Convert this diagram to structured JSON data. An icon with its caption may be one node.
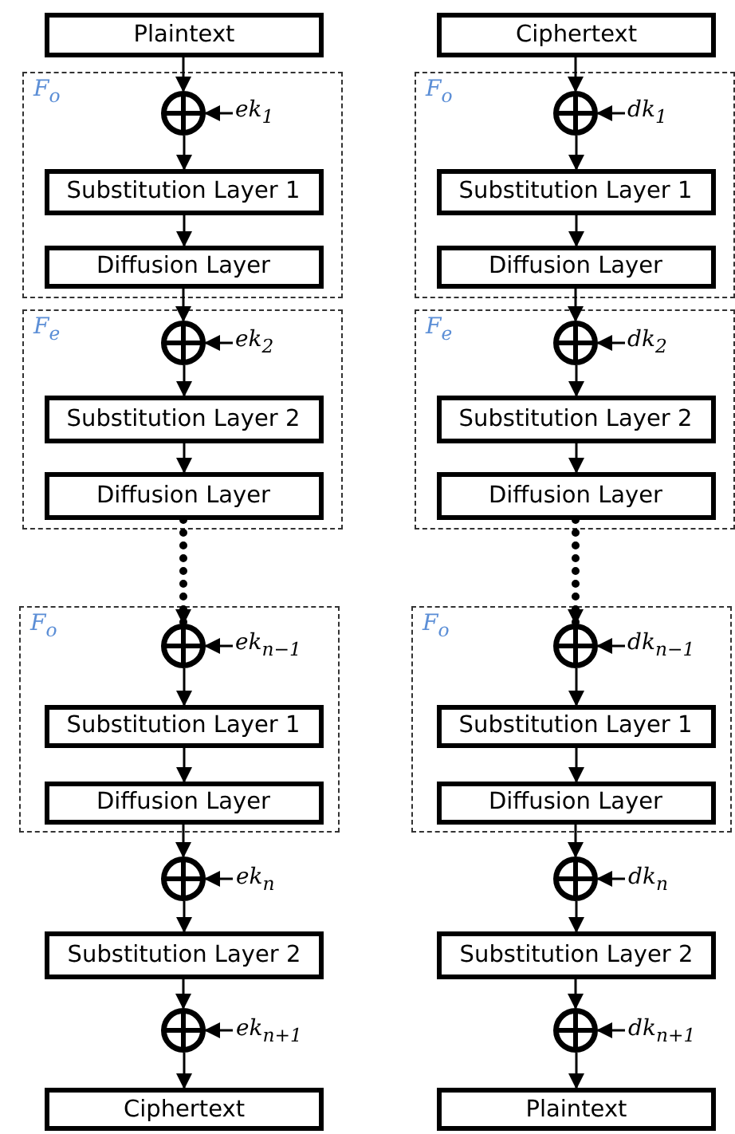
{
  "diagram": {
    "nodes": [
      {
        "text": [
          "Plaintext"
        ]
      },
      {
        "text": [
          "F$_{o}$"
        ]
      },
      {
        "text": [],
        "shape": "circle",
        "in": 1
      },
      {
        "text": [
          "ek$_{1}$"
        ],
        "in": 1
      },
      {
        "text": [
          "Substitution Layer 1"
        ],
        "in": 1
      },
      {
        "text": [
          "Diffusion Layer"
        ],
        "in": 1
      },
      {
        "text": [
          "F$_{e}$"
        ]
      },
      {
        "text": [],
        "shape": "circle",
        "in": 6
      },
      {
        "text": [
          "ek$_{2}$"
        ],
        "in": 6
      },
      {
        "text": [
          "Substitution Layer 2"
        ],
        "in": 6
      },
      {
        "text": [
          "Diffusion Layer"
        ],
        "in": 6
      },
      {
        "text": [
          "F$_{o}$"
        ]
      },
      {
        "text": [],
        "shape": "circle",
        "in": 11
      },
      {
        "text": [
          "ek$_{n−1}$"
        ],
        "in": 11
      },
      {
        "text": [
          "Substitution Layer 1"
        ],
        "in": 11
      },
      {
        "text": [
          "Diffusion Layer"
        ],
        "in": 11
      },
      {
        "text": [],
        "shape": "circle"
      },
      {
        "text": [
          "ek$_{n}$"
        ]
      },
      {
        "text": [
          "Substitution Layer 2"
        ]
      },
      {
        "text": [],
        "shape": "circle"
      },
      {
        "text": [
          "ek$_{n+1}$"
        ]
      },
      {
        "text": [
          "Ciphertext"
        ]
      },
      {
        "text": [
          "Ciphertext"
        ]
      },
      {
        "text": [
          "F$_{o}$"
        ]
      },
      {
        "text": [],
        "shape": "circle",
        "in": 23
      },
      {
        "text": [
          "dk$_{1}$"
        ],
        "in": 23
      },
      {
        "text": [
          "Substitution Layer 1"
        ],
        "in": 23
      },
      {
        "text": [
          "Diffusion Layer"
        ],
        "in": 23
      },
      {
        "text": [
          "F$_{e}$"
        ]
      },
      {
        "text": [],
        "shape": "circle",
        "in": 28
      },
      {
        "text": [
          "dk$_{2}$"
        ],
        "in": 28
      },
      {
        "text": [
          "Substitution Layer 2"
        ],
        "in": 28
      },
      {
        "text": [
          "Diffusion Layer"
        ],
        "in": 28
      },
      {
        "text": [
          "F$_{o}$"
        ]
      },
      {
        "text": [],
        "shape": "circle",
        "in": 33
      },
      {
        "text": [
          "dk$_{n−1}$"
        ],
        "in": 33
      },
      {
        "text": [
          "Substitution Layer 1"
        ],
        "in": 33
      },
      {
        "text": [
          "Diffusion Layer"
        ],
        "in": 33
      },
      {
        "text": [],
        "shape": "circle"
      },
      {
        "text": [
          "dk$_{n}$"
        ]
      },
      {
        "text": [
          "Substitution Layer 2"
        ]
      },
      {
        "text": [],
        "shape": "circle"
      },
      {
        "text": [
          "dk$_{n+1}$"
        ]
      },
      {
        "text": [
          "Plaintext"
        ]
      }
    ],
    "edges": [
      {
        "from": 0,
        "to": 2,
        "arrow": "to"
      },
      {
        "from": 3,
        "to": 2,
        "arrow": "to"
      },
      {
        "from": 2,
        "to": 4,
        "arrow": "to"
      },
      {
        "from": 4,
        "to": 5,
        "arrow": "to"
      },
      {
        "from": 5,
        "to": 7,
        "arrow": "to"
      },
      {
        "from": 8,
        "to": 7,
        "arrow": "to"
      },
      {
        "from": 7,
        "to": 9,
        "arrow": "to"
      },
      {
        "from": 9,
        "to": 10,
        "arrow": "to"
      },
      {
        "from": 10,
        "to": 12,
        "arrow": "to",
        "style": "dashed"
      },
      {
        "from": 13,
        "to": 12,
        "arrow": "to"
      },
      {
        "from": 12,
        "to": 14,
        "arrow": "to"
      },
      {
        "from": 14,
        "to": 15,
        "arrow": "to"
      },
      {
        "from": 15,
        "to": 16,
        "arrow": "to"
      },
      {
        "from": 17,
        "to": 16,
        "arrow": "to"
      },
      {
        "from": 16,
        "to": 18,
        "arrow": "to"
      },
      {
        "from": 18,
        "to": 19,
        "arrow": "to"
      },
      {
        "from": 20,
        "to": 19,
        "arrow": "to"
      },
      {
        "from": 19,
        "to": 21,
        "arrow": "to"
      },
      {
        "from": 22,
        "to": 24,
        "arrow": "to"
      },
      {
        "from": 25,
        "to": 24,
        "arrow": "to"
      },
      {
        "from": 24,
        "to": 26,
        "arrow": "to"
      },
      {
        "from": 26,
        "to": 27,
        "arrow": "to"
      },
      {
        "from": 27,
        "to": 29,
        "arrow": "to"
      },
      {
        "from": 30,
        "to": 29,
        "arrow": "to"
      },
      {
        "from": 29,
        "to": 31,
        "arrow": "to"
      },
      {
        "from": 31,
        "to": 32,
        "arrow": "to"
      },
      {
        "from": 32,
        "to": 34,
        "arrow": "to",
        "style": "dashed"
      },
      {
        "from": 35,
        "to": 34,
        "arrow": "to"
      },
      {
        "from": 34,
        "to": 36,
        "arrow": "to"
      },
      {
        "from": 36,
        "to": 37,
        "arrow": "to"
      },
      {
        "from": 37,
        "to": 38,
        "arrow": "to"
      },
      {
        "from": 39,
        "to": 38,
        "arrow": "to"
      },
      {
        "from": 38,
        "to": 40,
        "arrow": "to"
      },
      {
        "from": 40,
        "to": 41,
        "arrow": "to"
      },
      {
        "from": 42,
        "to": 41,
        "arrow": "to"
      },
      {
        "from": 41,
        "to": 43,
        "arrow": "to"
      }
    ]
  }
}
